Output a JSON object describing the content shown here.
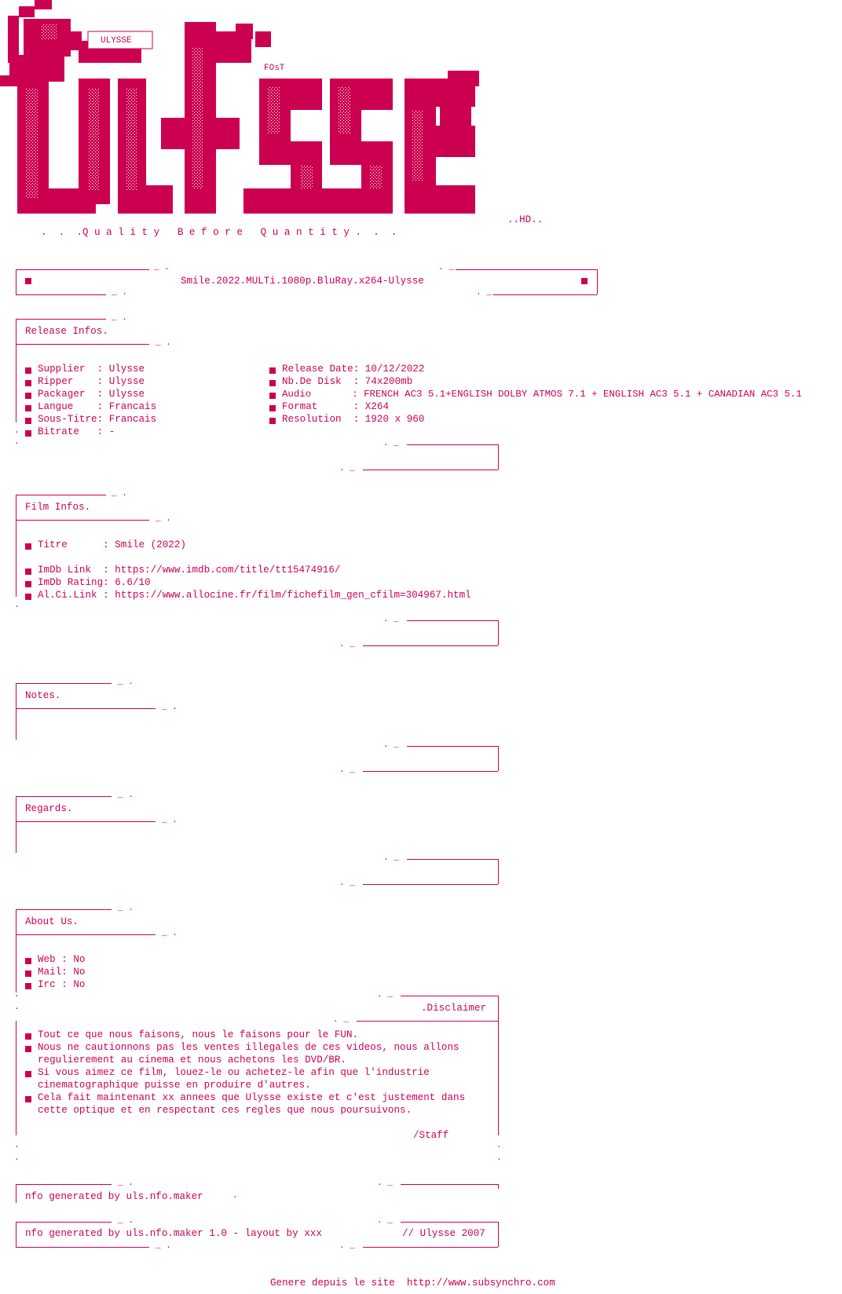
{
  "logo": {
    "crew_tag": "ULYSSE",
    "fost_tag": "FOsT",
    "hd_tag": "..HD..",
    "tagline": ".  .  .Q u a l i t y   B e f o r e   Q u a n t i t y .  .  ."
  },
  "release_name": "Smile.2022.MULTi.1080p.BluRay.x264-Ulysse",
  "release_infos": {
    "title": "Release Infos.",
    "left": [
      "Supplier  : Ulysse",
      "Ripper    : Ulysse",
      "Packager  : Ulysse",
      "Langue    : Francais",
      "Sous-Titre: Francais",
      "Bitrate   : -"
    ],
    "right": [
      "Release Date: 10/12/2022",
      "Nb.De Disk  : 74x200mb",
      "Audio       : FRENCH AC3 5.1+ENGLISH DOLBY ATMOS 7.1 + ENGLISH AC3 5.1 + CANADIAN AC3 5.1",
      "Format      : X264",
      "Resolution  : 1920 x 960"
    ]
  },
  "film_infos": {
    "title": "Film Infos.",
    "titre": "Titre      : Smile (2022)",
    "imdb_link": "ImDb Link  : https://www.imdb.com/title/tt15474916/",
    "imdb_rating": "ImDb Rating: 6.6/10",
    "allocine_link": "Al.Ci.Link : https://www.allocine.fr/film/fichefilm_gen_cfilm=304967.html"
  },
  "notes": {
    "title": "Notes."
  },
  "regards": {
    "title": "Regards."
  },
  "about": {
    "title": "About Us.",
    "items": [
      "Web : No",
      "Mail: No",
      "Irc : No"
    ]
  },
  "disclaimer": {
    "title": ".Disclaimer",
    "items": [
      [
        "Tout ce que nous faisons, nous le faisons pour le FUN."
      ],
      [
        "Nous ne cautionnons pas les ventes illegales de ces videos, nous allons",
        "regulierement au cinema et nous achetons les DVD/BR."
      ],
      [
        "Si vous aimez ce film, louez-le ou achetez-le afin que l'industrie",
        "cinematographique puisse en produire d'autres."
      ],
      [
        "Cela fait maintenant xx annees que Ulysse existe et c'est justement dans",
        "cette optique et en respectant ces regles que nous poursuivons."
      ]
    ],
    "signature": "/Staff"
  },
  "footer": {
    "generated_short": "nfo generated by uls.nfo.maker",
    "generated_full": "nfo generated by uls.nfo.maker 1.0 - layout by xxx",
    "group_year": "// Ulysse 2007",
    "site_line": "Genere depuis le site  http://www.subsynchro.com"
  },
  "colors": {
    "accent": "#cc0050",
    "logo_stipple": "#ffffff",
    "background": "#ffffff"
  }
}
